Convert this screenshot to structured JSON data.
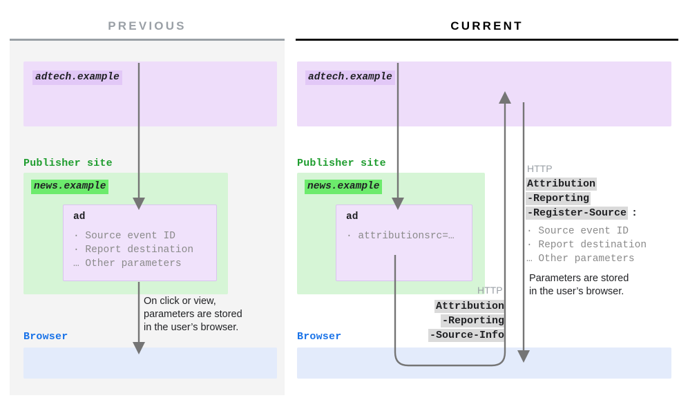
{
  "panels": {
    "previous": {
      "title": "PREVIOUS",
      "adtech_domain": "adtech.example",
      "publisher_label": "Publisher site",
      "publisher_domain": "news.example",
      "ad_title": "ad",
      "ad_params": "· Source event ID\n· Report destination\n… Other parameters",
      "browser_label": "Browser",
      "note": "On click or view,\nparameters are stored\nin the user’s browser."
    },
    "current": {
      "title": "CURRENT",
      "adtech_domain": "adtech.example",
      "publisher_label": "Publisher site",
      "publisher_domain": "news.example",
      "ad_title": "ad",
      "ad_params": "· attributionsrc=…",
      "browser_label": "Browser",
      "request": {
        "http_word": "HTTP",
        "header_line_1": "Attribution",
        "header_line_2": "-Reporting",
        "header_line_3": "-Source-Info"
      },
      "response": {
        "http_word": "HTTP",
        "header_line_1": "Attribution",
        "header_line_2": "-Reporting",
        "header_line_3": "-Register-Source",
        "colon": ":",
        "params": "· Source event ID\n· Report destination\n… Other parameters",
        "note": "Parameters are stored\nin the user’s browser."
      }
    }
  },
  "colors": {
    "adtech_region": "#eeddfa",
    "publisher_region": "#d6f5d6",
    "browser_region": "#e3ebfb",
    "publisher_label": "#1f9d2f",
    "browser_label": "#1a73e8",
    "connector": "#757575",
    "previous_title": "#9aa0a6",
    "current_title": "#000000"
  }
}
